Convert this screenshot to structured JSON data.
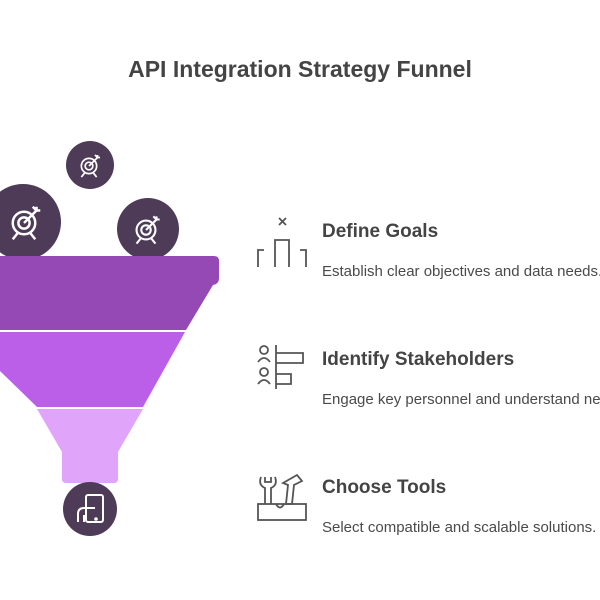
{
  "title": "API Integration Strategy Funnel",
  "colors": {
    "circle": "#4e3b57",
    "stage1": "#9549b5",
    "stage2": "#bb5fe9",
    "stage3": "#e0a4fb",
    "text": "#444444"
  },
  "funnel_inputs": [
    "target-icon",
    "target-icon",
    "target-icon"
  ],
  "funnel_output": "mobile-integration-icon",
  "steps": [
    {
      "heading": "Define Goals",
      "description": "Establish clear objectives and data needs.",
      "icon": "goal-podium-icon"
    },
    {
      "heading": "Identify Stakeholders",
      "description": "Engage key personnel and understand needs.",
      "icon": "stakeholders-icon"
    },
    {
      "heading": "Choose Tools",
      "description": "Select compatible and scalable solutions.",
      "icon": "toolbox-icon"
    }
  ]
}
